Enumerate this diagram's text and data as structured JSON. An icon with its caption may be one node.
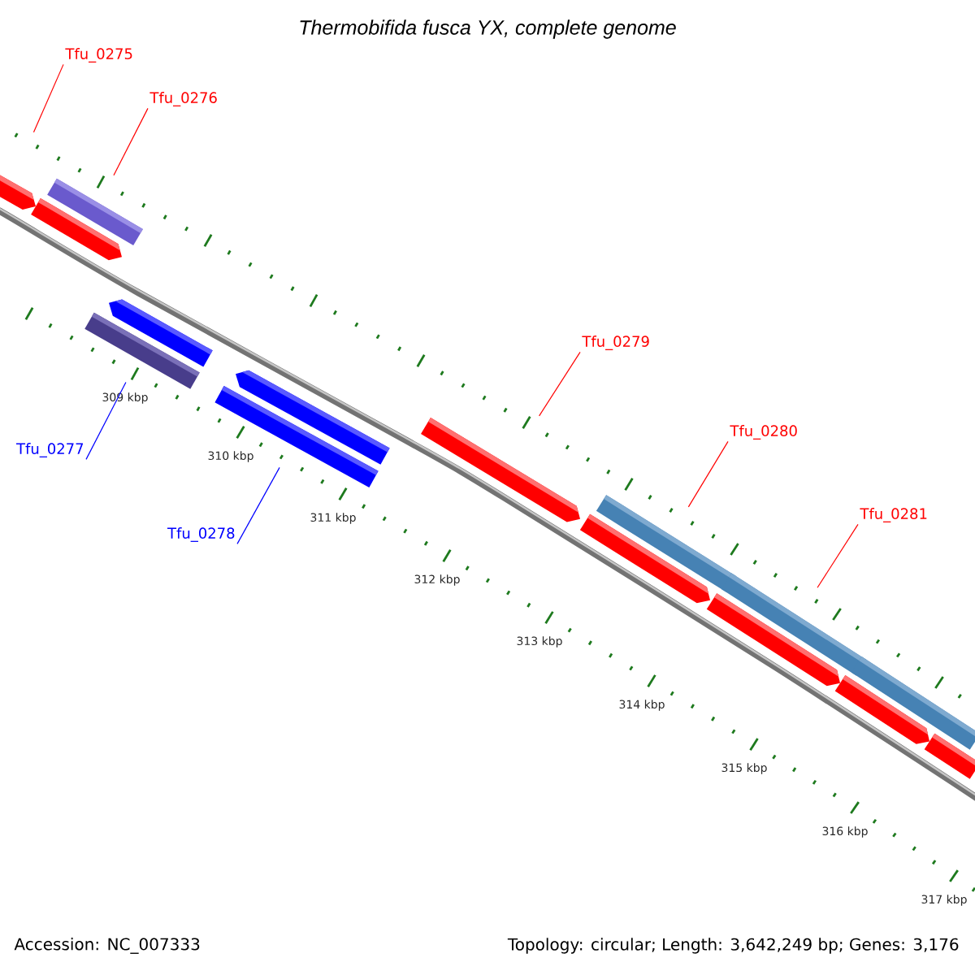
{
  "diagram": {
    "title": "Thermobifida fusca YX, complete genome",
    "nodes": [
      {
        "text": [
          "Tfu_0275"
        ]
      },
      {
        "text": [
          "Tfu_0276"
        ]
      },
      {
        "text": [
          "Tfu_0277"
        ]
      },
      {
        "text": [
          "Tfu_0278"
        ]
      },
      {
        "text": [
          "Tfu_0279"
        ]
      },
      {
        "text": [
          "Tfu_0280"
        ]
      },
      {
        "text": [
          "Tfu_0281"
        ]
      },
      {
        "text": [],
        "shape": "bar"
      },
      {
        "text": [],
        "shape": "bar"
      },
      {
        "text": [],
        "shape": "bar"
      },
      {
        "text": [],
        "shape": "bar"
      },
      {
        "text": [],
        "shape": "bar"
      },
      {
        "text": [],
        "shape": "bar"
      },
      {
        "text": [],
        "shape": "bar"
      },
      {
        "text": [],
        "shape": "bar"
      },
      {
        "text": [],
        "shape": "bar"
      },
      {
        "text": [],
        "shape": "bar"
      },
      {
        "text": [],
        "shape": "bar"
      },
      {
        "text": [],
        "shape": "bar"
      },
      {
        "text": [],
        "shape": "bar"
      },
      {
        "text": [],
        "shape": "bar"
      },
      {
        "text": [],
        "shape": "bar"
      }
    ],
    "edges": [
      {
        "from": 0,
        "to": 7,
        "arrow": "none"
      },
      {
        "from": 1,
        "to": 9,
        "arrow": "none"
      },
      {
        "from": 2,
        "to": 10,
        "arrow": "none",
        "color": "#0000ff"
      },
      {
        "from": 3,
        "to": 12,
        "arrow": "none",
        "color": "#0000ff"
      },
      {
        "from": 4,
        "to": 14,
        "arrow": "none"
      },
      {
        "from": 5,
        "to": 16,
        "arrow": "none"
      },
      {
        "from": 6,
        "to": 18,
        "arrow": "none"
      }
    ],
    "labels": [
      "309 kbp",
      "310 kbp",
      "311 kbp",
      "312 kbp",
      "313 kbp",
      "314 kbp",
      "315 kbp",
      "316 kbp",
      "317 kbp",
      "Accession: NC_007333",
      "Topology: circular; Length: 3,642,249 bp; Genes: 3,176"
    ]
  }
}
